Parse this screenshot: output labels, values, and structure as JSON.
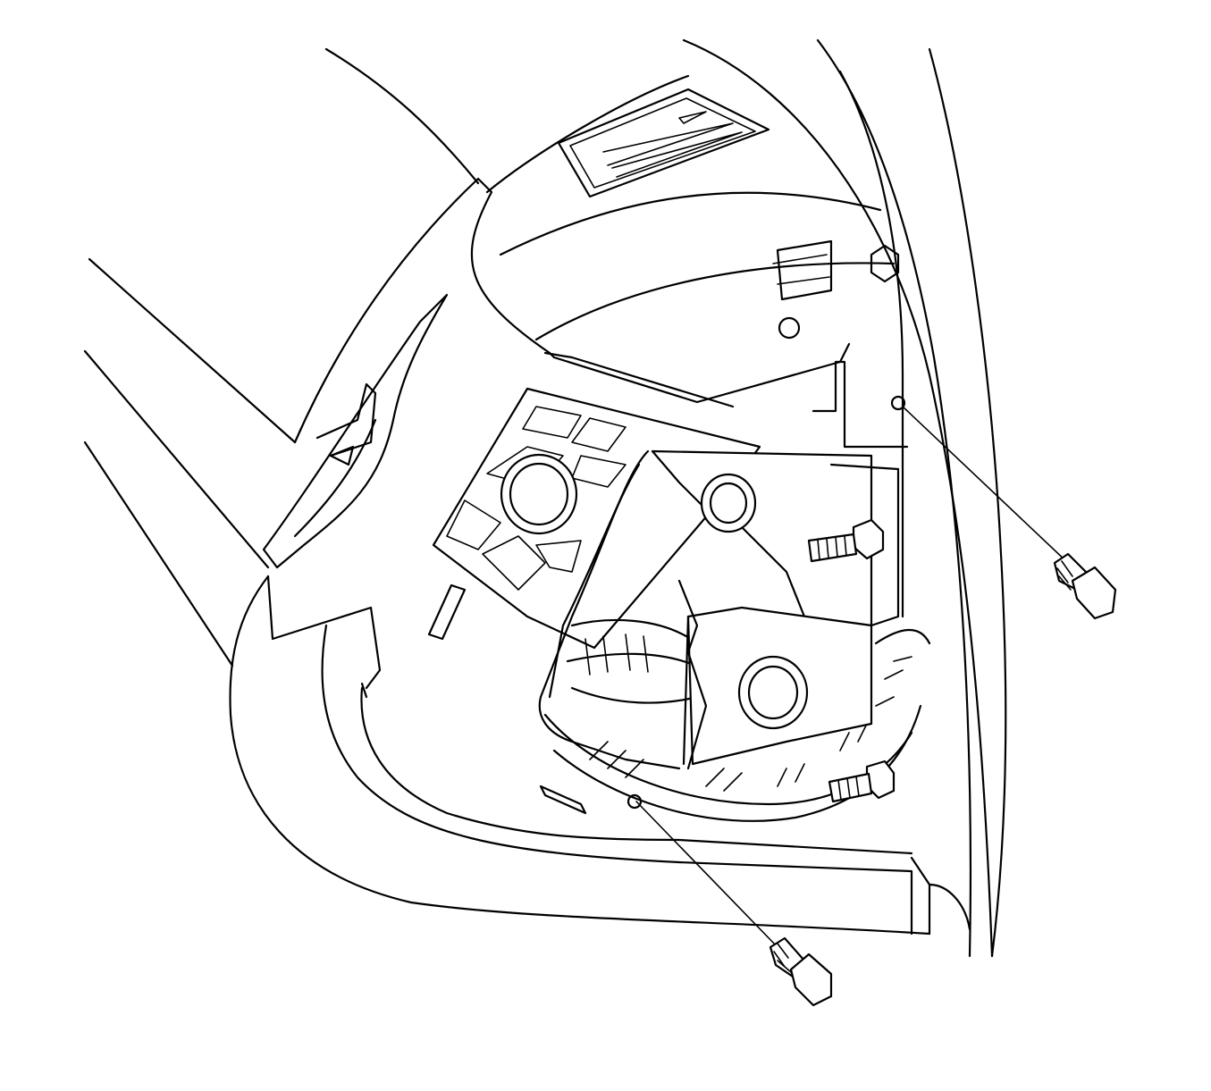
{
  "illustration": {
    "style": "black line drawing on white",
    "colors": {
      "line": "#000000",
      "background": "#ffffff"
    },
    "parts": [
      "trim-panel",
      "mounting-bracket",
      "bolt-upper-right",
      "bolt-lower",
      "stud-nut-upper",
      "stud-nut-lower",
      "wiring-harness",
      "grommet",
      "label-plate"
    ]
  }
}
